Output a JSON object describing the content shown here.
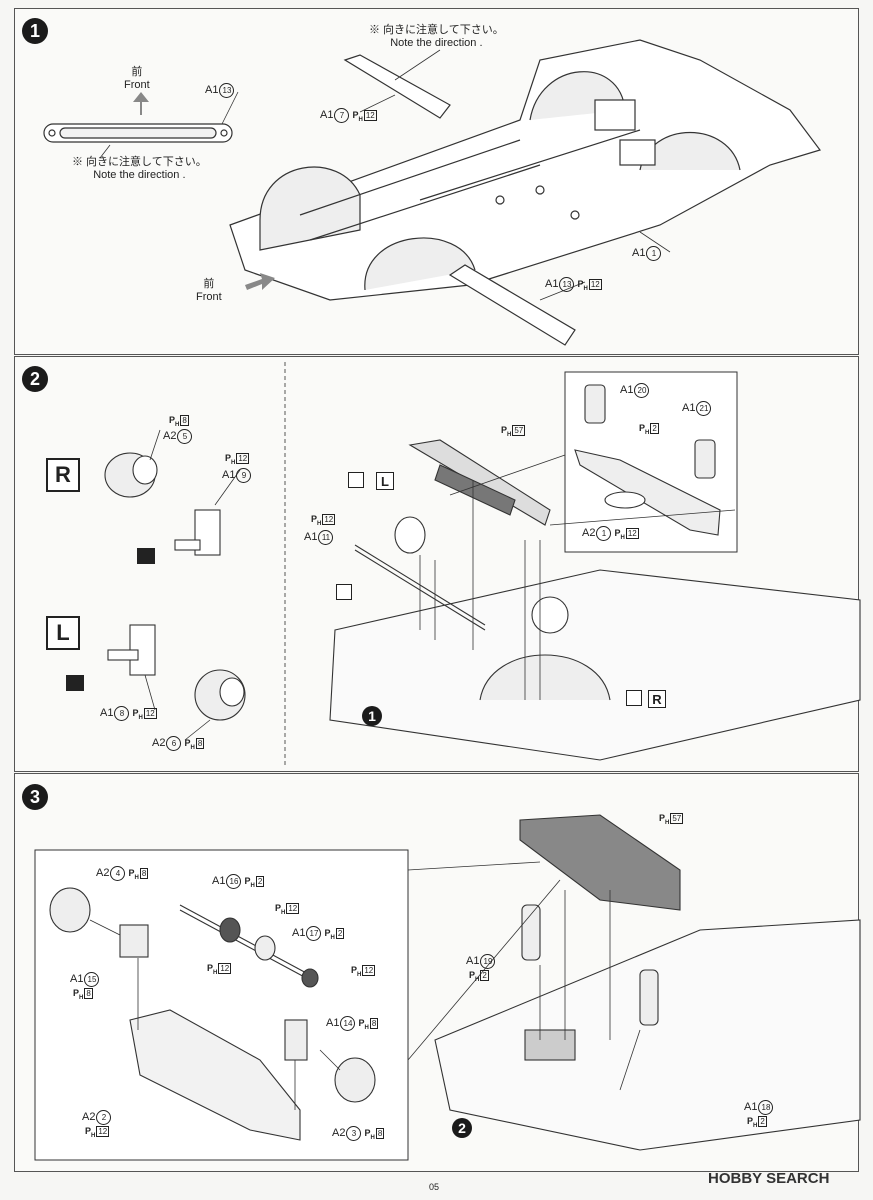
{
  "page_number": "05",
  "watermark": "HOBBY SEARCH",
  "steps": [
    {
      "number": "1"
    },
    {
      "number": "2"
    },
    {
      "number": "3"
    }
  ],
  "step1": {
    "front_label_jp": "前",
    "front_label_en": "Front",
    "note_jp": "※ 向きに注意して下さい。",
    "note_en": "Note the direction .",
    "parts": {
      "a1_13_top": {
        "runner": "A1",
        "num": "13"
      },
      "a1_7": {
        "runner": "A1",
        "num": "7",
        "ph": "12"
      },
      "a1_1": {
        "runner": "A1",
        "num": "1"
      },
      "a1_13_bottom": {
        "runner": "A1",
        "num": "13",
        "ph": "12"
      }
    }
  },
  "step2": {
    "side_r": "R",
    "side_l": "L",
    "parts": {
      "ph8_top": "8",
      "a2_5": {
        "runner": "A2",
        "num": "5"
      },
      "ph12_top": "12",
      "a1_9": {
        "runner": "A1",
        "num": "9"
      },
      "a1_8": {
        "runner": "A1",
        "num": "8",
        "ph": "12"
      },
      "a2_6": {
        "runner": "A2",
        "num": "6",
        "ph": "8"
      },
      "ph57": "57",
      "ph12_mid": "12",
      "a1_11": {
        "runner": "A1",
        "num": "11"
      },
      "a1_20": {
        "runner": "A1",
        "num": "20"
      },
      "ph2": "2",
      "a1_21": {
        "runner": "A1",
        "num": "21"
      },
      "a2_1": {
        "runner": "A2",
        "num": "1",
        "ph": "12"
      }
    },
    "ref_step": "1"
  },
  "step3": {
    "parts": {
      "a2_4": {
        "runner": "A2",
        "num": "4",
        "ph": "8"
      },
      "a1_16": {
        "runner": "A1",
        "num": "16",
        "ph": "2"
      },
      "ph12_a": "12",
      "a1_17": {
        "runner": "A1",
        "num": "17",
        "ph": "2"
      },
      "ph12_b": "12",
      "ph12_c": "12",
      "a1_15": {
        "runner": "A1",
        "num": "15",
        "ph": "8"
      },
      "a1_14": {
        "runner": "A1",
        "num": "14",
        "ph": "8"
      },
      "a2_2": {
        "runner": "A2",
        "num": "2",
        "ph": "12"
      },
      "a2_3": {
        "runner": "A2",
        "num": "3",
        "ph": "8"
      },
      "ph57": "57",
      "a1_19": {
        "runner": "A1",
        "num": "19",
        "ph": "2"
      },
      "a1_18": {
        "runner": "A1",
        "num": "18",
        "ph": "2"
      }
    },
    "ref_step": "2"
  }
}
